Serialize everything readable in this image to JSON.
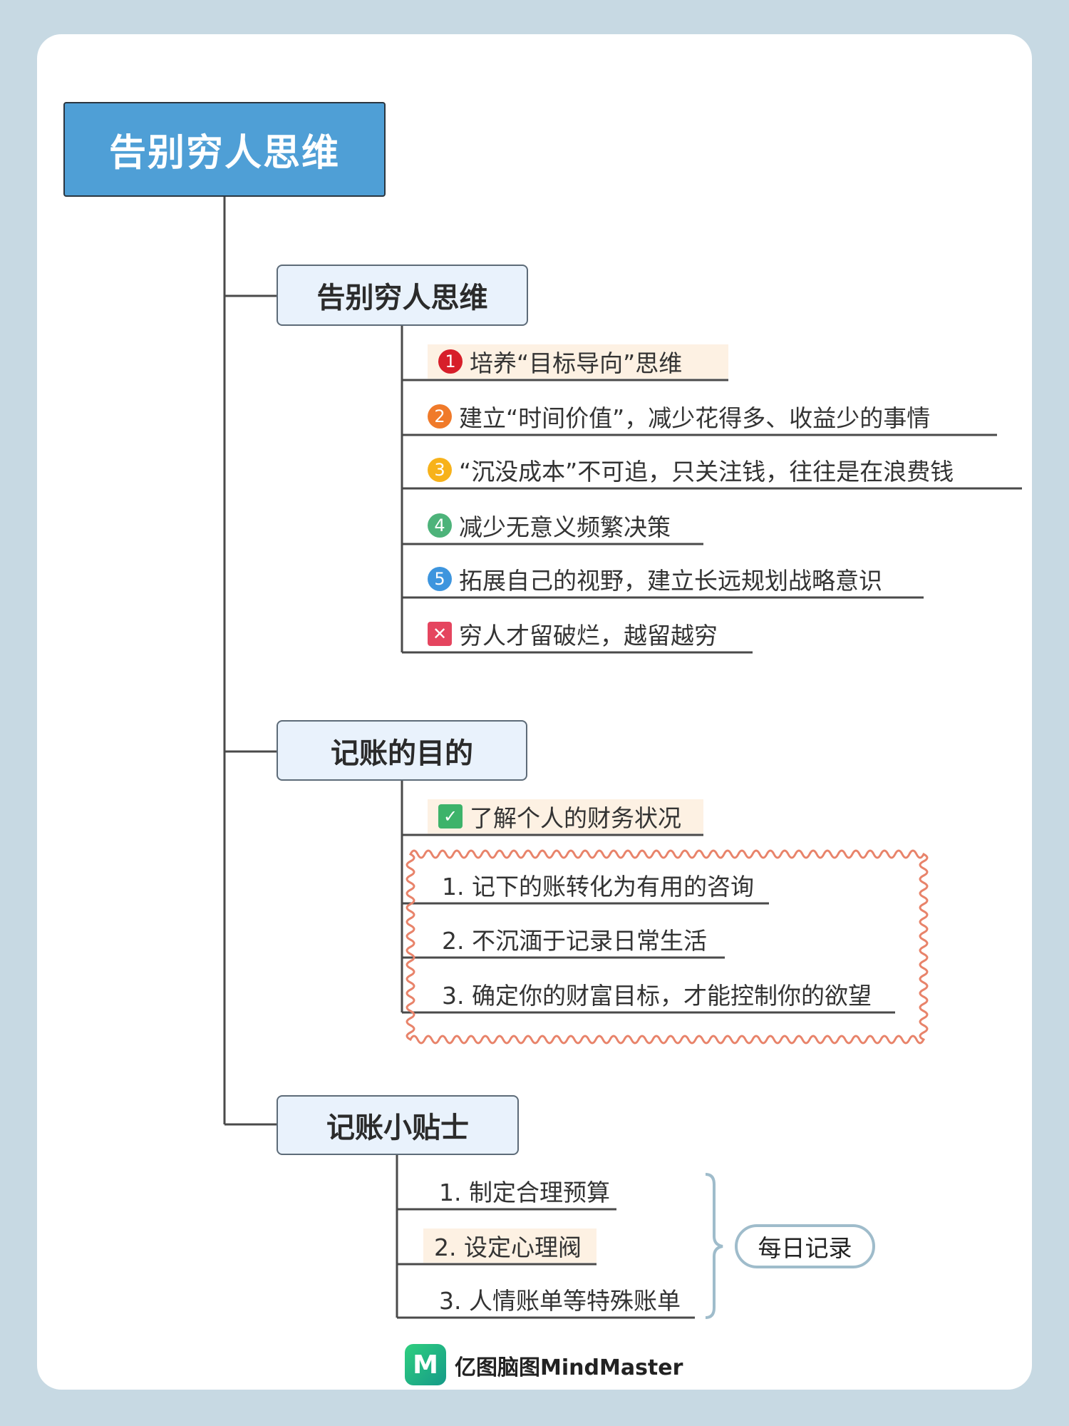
{
  "root": "告别穷人思维",
  "branches": [
    {
      "title": "告别穷人思维",
      "items": [
        {
          "icon": "1",
          "color": "#d71f2a",
          "text": "培养“目标导向”思维"
        },
        {
          "icon": "2",
          "color": "#f07a2a",
          "text": "建立“时间价值”，减少花得多、收益少的事情"
        },
        {
          "icon": "3",
          "color": "#f7b21b",
          "text": "“沉没成本”不可追，只关注钱，往往是在浪费钱"
        },
        {
          "icon": "4",
          "color": "#4db37a",
          "text": "减少无意义频繁决策"
        },
        {
          "icon": "5",
          "color": "#3d95de",
          "text": "拓展自己的视野，建立长远规划战略意识"
        },
        {
          "icon": "✕",
          "color": "#e5455f",
          "text": "穷人才留破烂，越留越穷"
        }
      ]
    },
    {
      "title": "记账的目的",
      "items": [
        {
          "icon": "✓",
          "color": "#3db36a",
          "text": "了解个人的财务状况"
        },
        {
          "text": "1. 记下的账转化为有用的咨询"
        },
        {
          "text": "2. 不沉湎于记录日常生活"
        },
        {
          "text": "3. 确定你的财富目标，才能控制你的欲望"
        }
      ]
    },
    {
      "title": "记账小贴士",
      "items": [
        {
          "text": "1. 制定合理预算"
        },
        {
          "text": "2. 设定心理阀"
        },
        {
          "text": "3. 人情账单等特殊账单"
        }
      ],
      "callout": "每日记录"
    }
  ],
  "footer": {
    "logo_mark": "M",
    "brand": "亿图脑图MindMaster"
  },
  "colors": {
    "root": "#4f9fd6",
    "branch": "#e9f2fc",
    "wavy": "#e8836a",
    "highlight": "#fdf1e3"
  }
}
